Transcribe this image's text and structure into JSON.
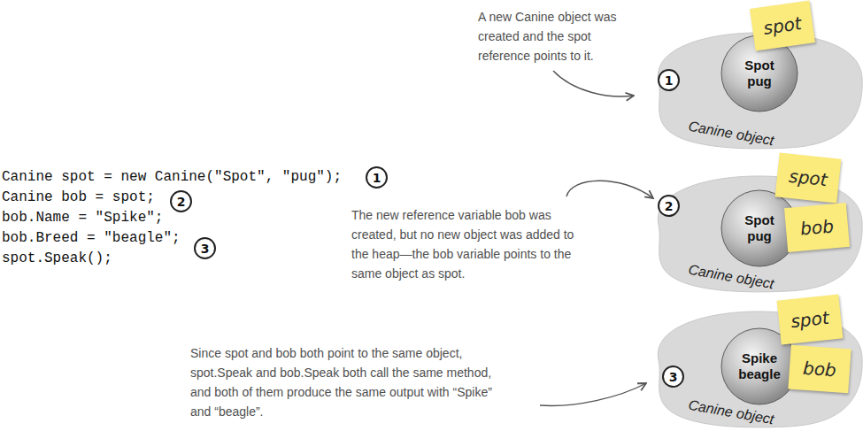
{
  "diagram": {
    "nodes": [
      {
        "text": [
          "Canine object"
        ]
      },
      {
        "text": [
          "Spot pug"
        ],
        "in": 0
      },
      {
        "text": [
          "spot"
        ]
      },
      {
        "text": [
          "Canine object"
        ]
      },
      {
        "text": [
          "Spot pug"
        ],
        "in": 3
      },
      {
        "text": [
          "spot"
        ]
      },
      {
        "text": [
          "bob"
        ]
      },
      {
        "text": [
          "Canine object"
        ]
      },
      {
        "text": [
          "Spike beagle"
        ],
        "in": 7
      },
      {
        "text": [
          "spot"
        ]
      },
      {
        "text": [
          "bob"
        ]
      }
    ],
    "labels": [
      "A new Canine object was created and the spot reference points to it.",
      "1",
      "Canine spot = new Canine(\"Spot\", \"pug\");",
      "1",
      "Canine bob = spot;",
      "2",
      "The new reference variable bob was created, but no new object was added to the heap—the bob variable points to the same object as spot.",
      "2",
      "bob.Name = \"Spike\";",
      "bob.Breed = \"beagle\";",
      "3",
      "spot.Speak();",
      "Since spot and bob both point to the same object, spot.Speak and bob.Speak both call the same method, and both of them produce the same output with “Spike” and “beagle”.",
      "3"
    ]
  }
}
